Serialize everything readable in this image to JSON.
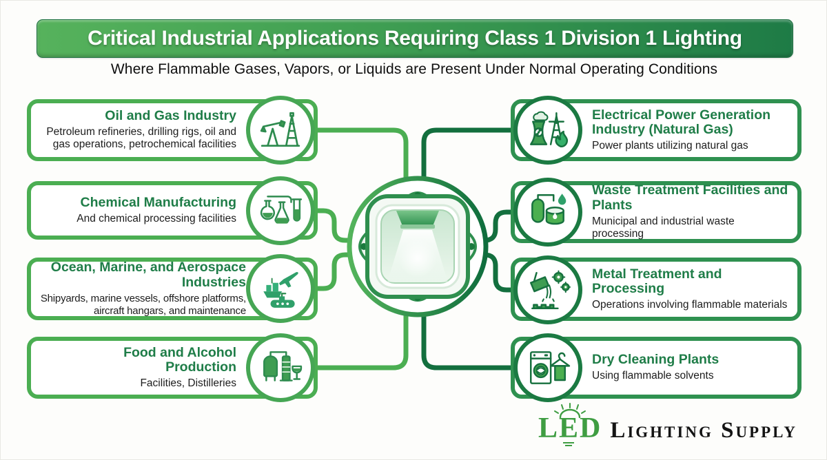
{
  "banner": {
    "title": "Critical Industrial Applications Requiring Class 1 Division 1 Lighting",
    "subtitle": "Where Flammable Gases, Vapors, or Liquids are Present Under Normal Operating Conditions"
  },
  "cards": {
    "left": [
      {
        "title": "Oil and Gas Industry",
        "description": "Petroleum refineries, drilling rigs, oil and gas operations, petrochemical facilities",
        "icon": "oil-pump-derrick-icon"
      },
      {
        "title": "Chemical Manufacturing",
        "description": "And chemical processing facilities",
        "icon": "chemistry-flasks-icon"
      },
      {
        "title": "Ocean, Marine, and Aerospace Industries",
        "description": "Shipyards, marine vessels, offshore platforms, aircraft hangars, and maintenance",
        "icon": "ship-plane-submarine-icon"
      },
      {
        "title": "Food and Alcohol Production",
        "description": "Facilities, Distilleries",
        "icon": "distillery-tanks-icon"
      }
    ],
    "right": [
      {
        "title": "Electrical Power Generation Industry (Natural Gas)",
        "description": "Power plants utilizing natural gas",
        "icon": "power-plant-icon"
      },
      {
        "title": "Waste Treatment Facilities and Plants",
        "description": "Municipal and industrial waste processing",
        "icon": "waste-treatment-icon"
      },
      {
        "title": "Metal Treatment and Processing",
        "description": "Operations involving flammable materials",
        "icon": "metal-ladle-gears-icon"
      },
      {
        "title": "Dry Cleaning Plants",
        "description": "Using flammable solvents",
        "icon": "washer-hanger-icon"
      }
    ]
  },
  "center": {
    "icon": "explosion-proof-light-fixture"
  },
  "logo": {
    "led": "LED",
    "name": "Lighting Supply"
  },
  "colors": {
    "green_light": "#4bae52",
    "green_dark": "#136f3e",
    "heading_green": "#1f7d48",
    "banner_left": "#56b25c",
    "banner_right": "#1e7b46"
  }
}
